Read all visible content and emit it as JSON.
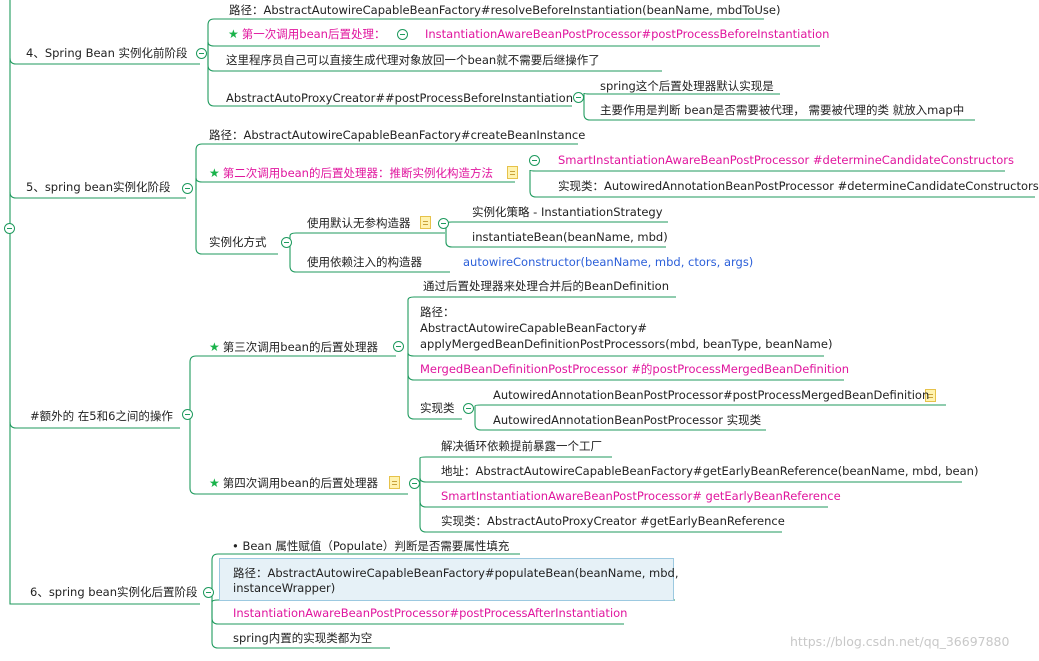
{
  "section4": {
    "label": "4、Spring Bean 实例化前阶段",
    "path": "路径：AbstractAutowireCapableBeanFactory#resolveBeforeInstantiation(beanName, mbdToUse)",
    "first_call": "第一次调用bean后置处理：",
    "first_call_target": "InstantiationAwareBeanPostProcessor#postProcessBeforeInstantiation",
    "proxy_note": "这里程序员自己可以直接生成代理对象放回一个bean就不需要后继操作了",
    "proxy_creator": "AbstractAutoProxyCreator##postProcessBeforeInstantiation",
    "proxy_default": "spring这个后置处理器默认实现是",
    "proxy_desc": "主要作用是判断 bean是否需要被代理， 需要被代理的类 就放入map中"
  },
  "section5": {
    "label": "5、spring bean实例化阶段",
    "path": "路径：AbstractAutowireCapableBeanFactory#createBeanInstance",
    "second_call": "第二次调用bean的后置处理器：推断实例化构造方法",
    "smart": "SmartInstantiationAwareBeanPostProcessor #determineCandidateConstructors",
    "impl": "实现类：AutowiredAnnotationBeanPostProcessor #determineCandidateConstructors",
    "inst_mode": "实例化方式",
    "default_ctor": "使用默认无参构造器",
    "strategy": "实例化策略 - InstantiationStrategy",
    "instantiate": "instantiateBean(beanName, mbd)",
    "dep_ctor": "使用依赖注入的构造器",
    "autowire_ctor": "autowireConstructor(beanName, mbd, ctors, args)"
  },
  "extra": {
    "label": "#额外的 在5和6之间的操作",
    "third_call": "第三次调用bean的后置处理器",
    "merged_note": "通过后置处理器来处理合并后的BeanDefinition",
    "path_l1": "路径：",
    "path_l2": "AbstractAutowireCapableBeanFactory#",
    "path_l3": "applyMergedBeanDefinitionPostProcessors(mbd, beanType, beanName)",
    "merged_pp": "MergedBeanDefinitionPostProcessor #的postProcessMergedBeanDefinition",
    "impl_cls": "实现类",
    "impl1": "AutowiredAnnotationBeanPostProcessor#postProcessMergedBeanDefinition",
    "impl2": "AutowiredAnnotationBeanPostProcessor 实现类",
    "fourth_call": "第四次调用bean的后置处理器",
    "cycle": "解决循环依赖提前暴露一个工厂",
    "addr": "地址：AbstractAutowireCapableBeanFactory#getEarlyBeanReference(beanName, mbd, bean)",
    "smart_early": "SmartInstantiationAwareBeanPostProcessor# getEarlyBeanReference",
    "impl_early": "实现类：AbstractAutoProxyCreator #getEarlyBeanReference"
  },
  "section6": {
    "label": "6、spring bean实例化后置阶段",
    "populate": "• Bean 属性赋值（Populate）判断是否需要属性填充",
    "path_l1": "路径：AbstractAutowireCapableBeanFactory#populateBean(beanName, mbd,",
    "path_l2": "instanceWrapper)",
    "after": "InstantiationAwareBeanPostProcessor#postProcessAfterInstantiation",
    "empty": "spring内置的实现类都为空"
  },
  "watermark": "https://blog.csdn.net/qq_36697880"
}
